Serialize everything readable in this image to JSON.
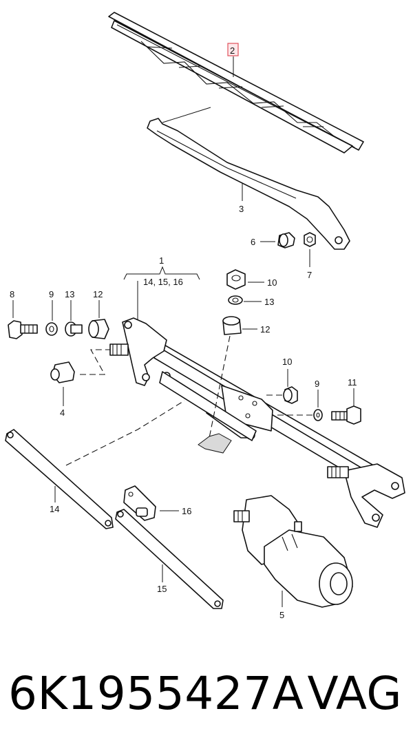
{
  "callouts": {
    "c1": "1",
    "c1_sub": "14, 15, 16",
    "c2": "2",
    "c3": "3",
    "c4": "4",
    "c5": "5",
    "c6": "6",
    "c7": "7",
    "c8": "8",
    "c9_left": "9",
    "c9_right": "9",
    "c10_top": "10",
    "c10_mid": "10",
    "c11": "11",
    "c12_left": "12",
    "c12_right": "12",
    "c13_left": "13",
    "c13_right": "13",
    "c14": "14",
    "c15": "15",
    "c16": "16"
  },
  "highlight_color": "#e0505a",
  "footer": {
    "part_number": "6K1955427A",
    "brand": "VAG"
  }
}
